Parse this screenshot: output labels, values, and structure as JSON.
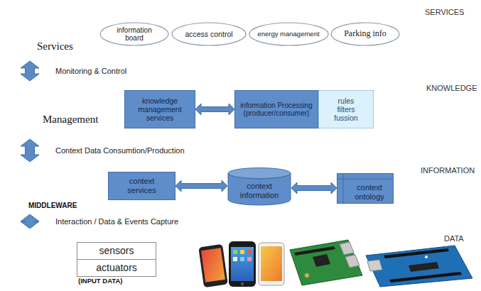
{
  "diagram": {
    "nodes": [
      {
        "text": [
          "SERVICES",
          "Services"
        ]
      },
      {
        "text": [
          "information board"
        ],
        "in": 0
      },
      {
        "text": [
          "access control"
        ],
        "in": 0
      },
      {
        "text": [
          "energy management"
        ],
        "in": 0
      },
      {
        "text": [
          "Parking info"
        ],
        "in": 0
      },
      {
        "text": [
          "KNOWLEDGE",
          "Management"
        ]
      },
      {
        "text": [
          "knowledge management services"
        ],
        "in": 5
      },
      {
        "text": [
          "information Processing (producer/consumer)"
        ],
        "in": 5
      },
      {
        "text": [
          "rules filters fussion"
        ],
        "in": 5
      },
      {
        "text": [
          "INFORMATION",
          "MIDDLEWARE"
        ]
      },
      {
        "text": [
          "context services"
        ],
        "in": 9
      },
      {
        "text": [
          "context information"
        ],
        "in": 9
      },
      {
        "text": [
          "context ontology"
        ],
        "in": 9
      },
      {
        "text": [
          "DATA",
          "(INPUT DATA)"
        ]
      },
      {
        "text": [
          "sensors"
        ],
        "in": 13
      },
      {
        "text": [
          "actuators"
        ],
        "in": 13
      }
    ],
    "edges": [
      {
        "from": 0,
        "to": 5,
        "arrow": "both",
        "label": "Monitoring & Control"
      },
      {
        "from": 6,
        "to": 7,
        "arrow": "both"
      },
      {
        "from": 5,
        "to": 9,
        "arrow": "both",
        "label": "Context Data Consumtion/Production"
      },
      {
        "from": 10,
        "to": 11,
        "arrow": "both"
      },
      {
        "from": 11,
        "to": 12,
        "arrow": "both"
      },
      {
        "from": 9,
        "to": 13,
        "arrow": "both",
        "label": "Interaction / Data & Events Capture"
      }
    ]
  }
}
